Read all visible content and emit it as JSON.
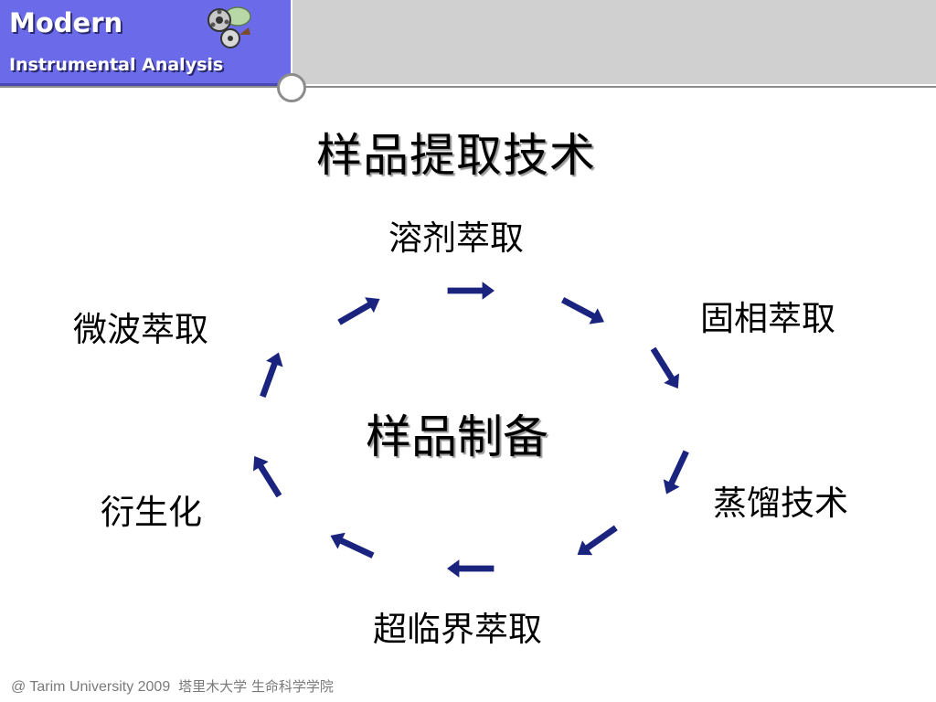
{
  "header": {
    "title": "Modern",
    "subtitle": "Instrumental Analysis",
    "logo_icon": "film-reel-logo-icon",
    "colors": {
      "banner": "#6b6bea",
      "gray_bar": "#d0d0d0"
    }
  },
  "slide": {
    "title": "样品提取技术",
    "center": "样品制备",
    "methods": [
      "溶剂萃取",
      "固相萃取",
      "蒸馏技术",
      "超临界萃取",
      "衍生化",
      "微波萃取"
    ],
    "arrow_color": "#1a237e",
    "arrow_icon": "arrow-icon"
  },
  "footer": {
    "text": "@ Tarim University 2009",
    "cn": "塔里木大学 生命科学学院"
  }
}
